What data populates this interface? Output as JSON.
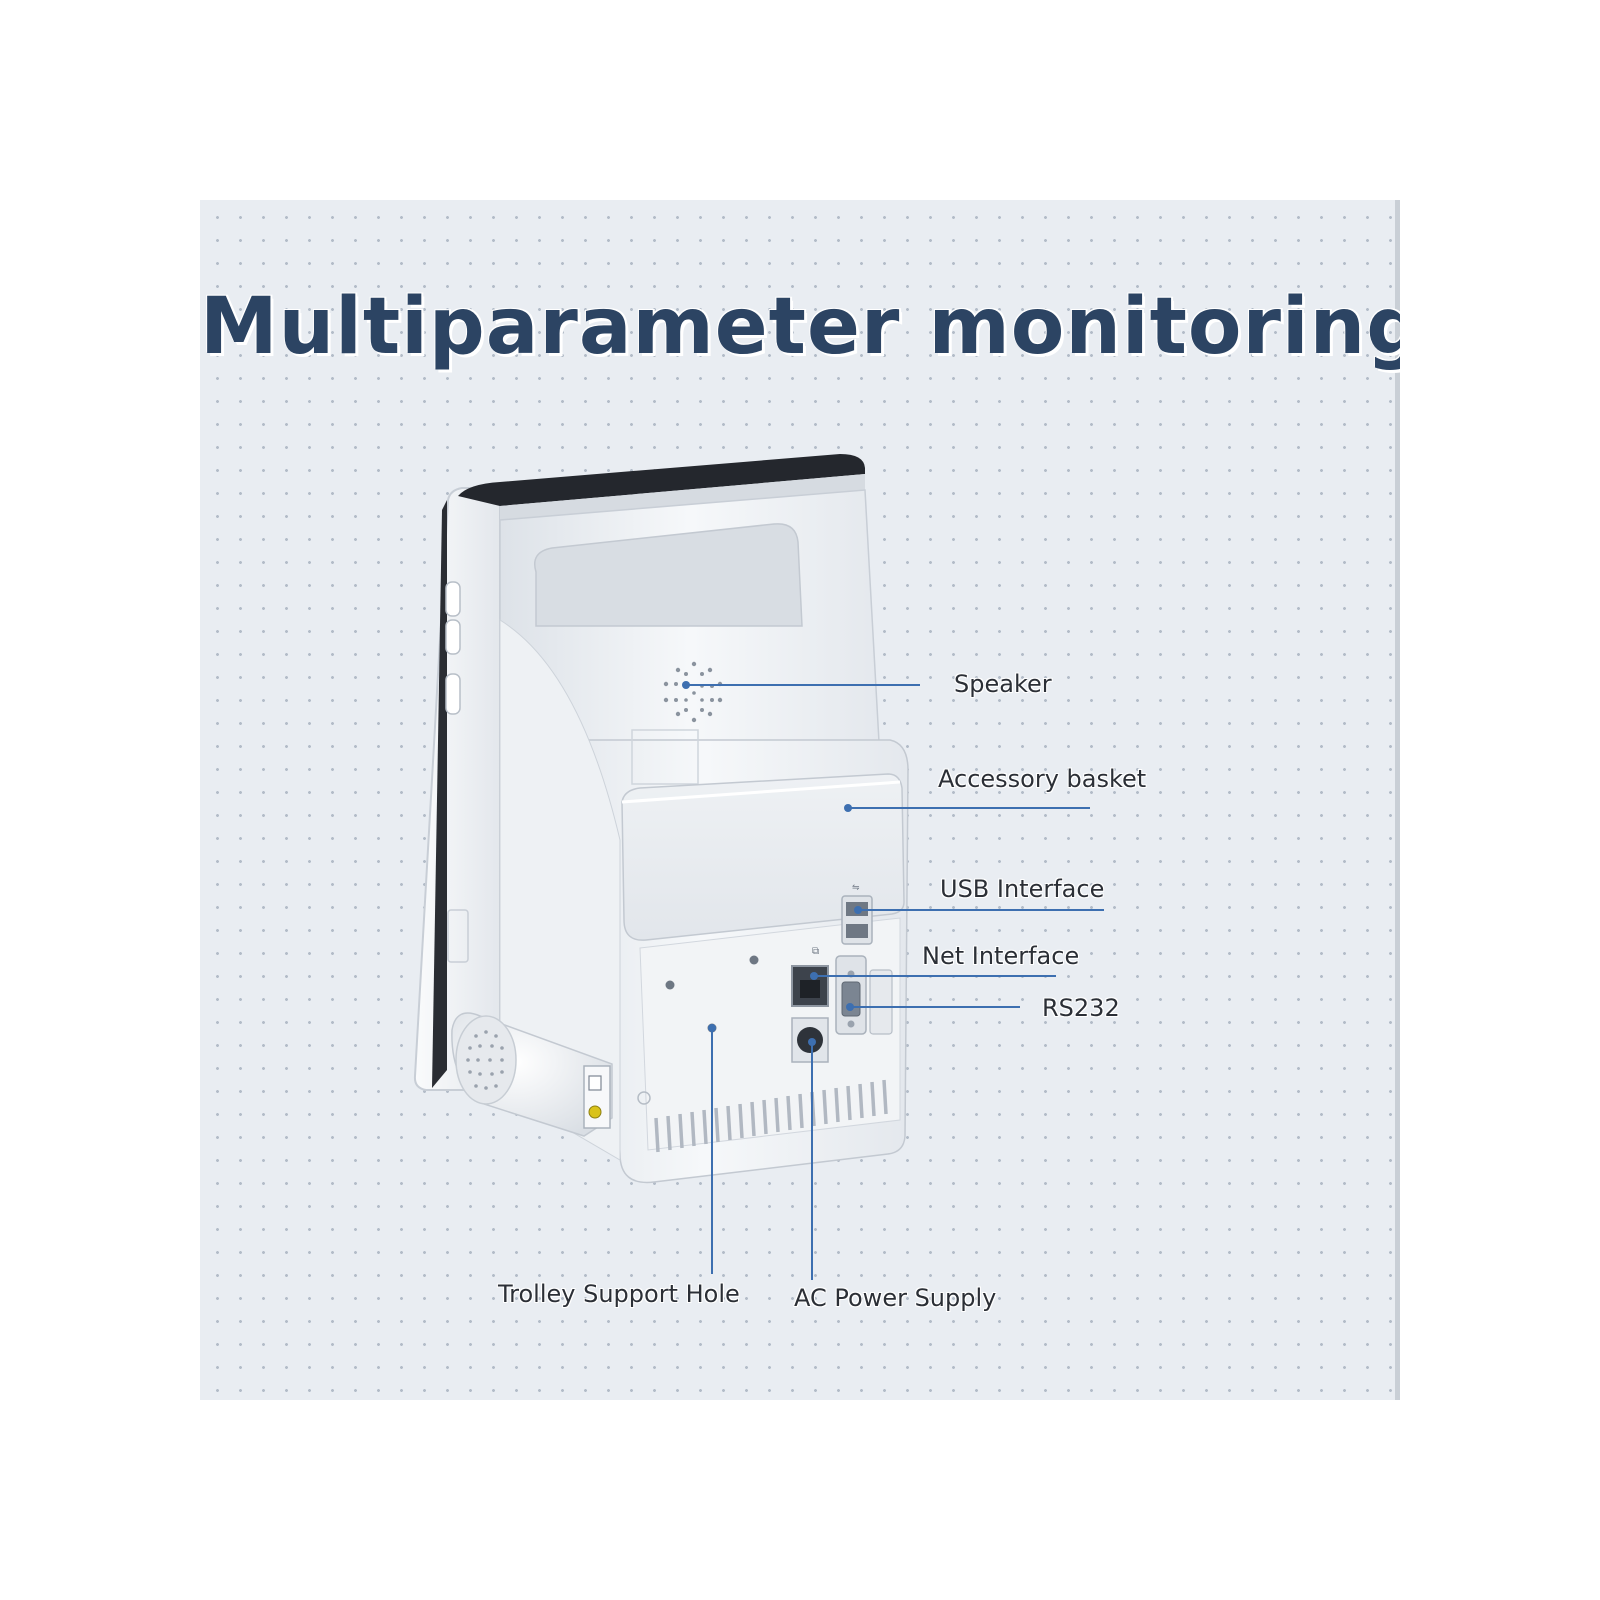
{
  "title": "Multiparameter monitoring",
  "callouts": {
    "speaker": "Speaker",
    "accessory_basket": "Accessory basket",
    "usb_interface": "USB Interface",
    "net_interface": "Net Interface",
    "rs232": "RS232",
    "trolley_support_hole": "Trolley Support Hole",
    "ac_power_supply": "AC Power Supply"
  },
  "colors": {
    "background": "#e9edf2",
    "title": "#2c4463",
    "callout_line": "#3d6fb0",
    "device_body": "#f4f6f8",
    "device_top": "#2a2d33"
  }
}
